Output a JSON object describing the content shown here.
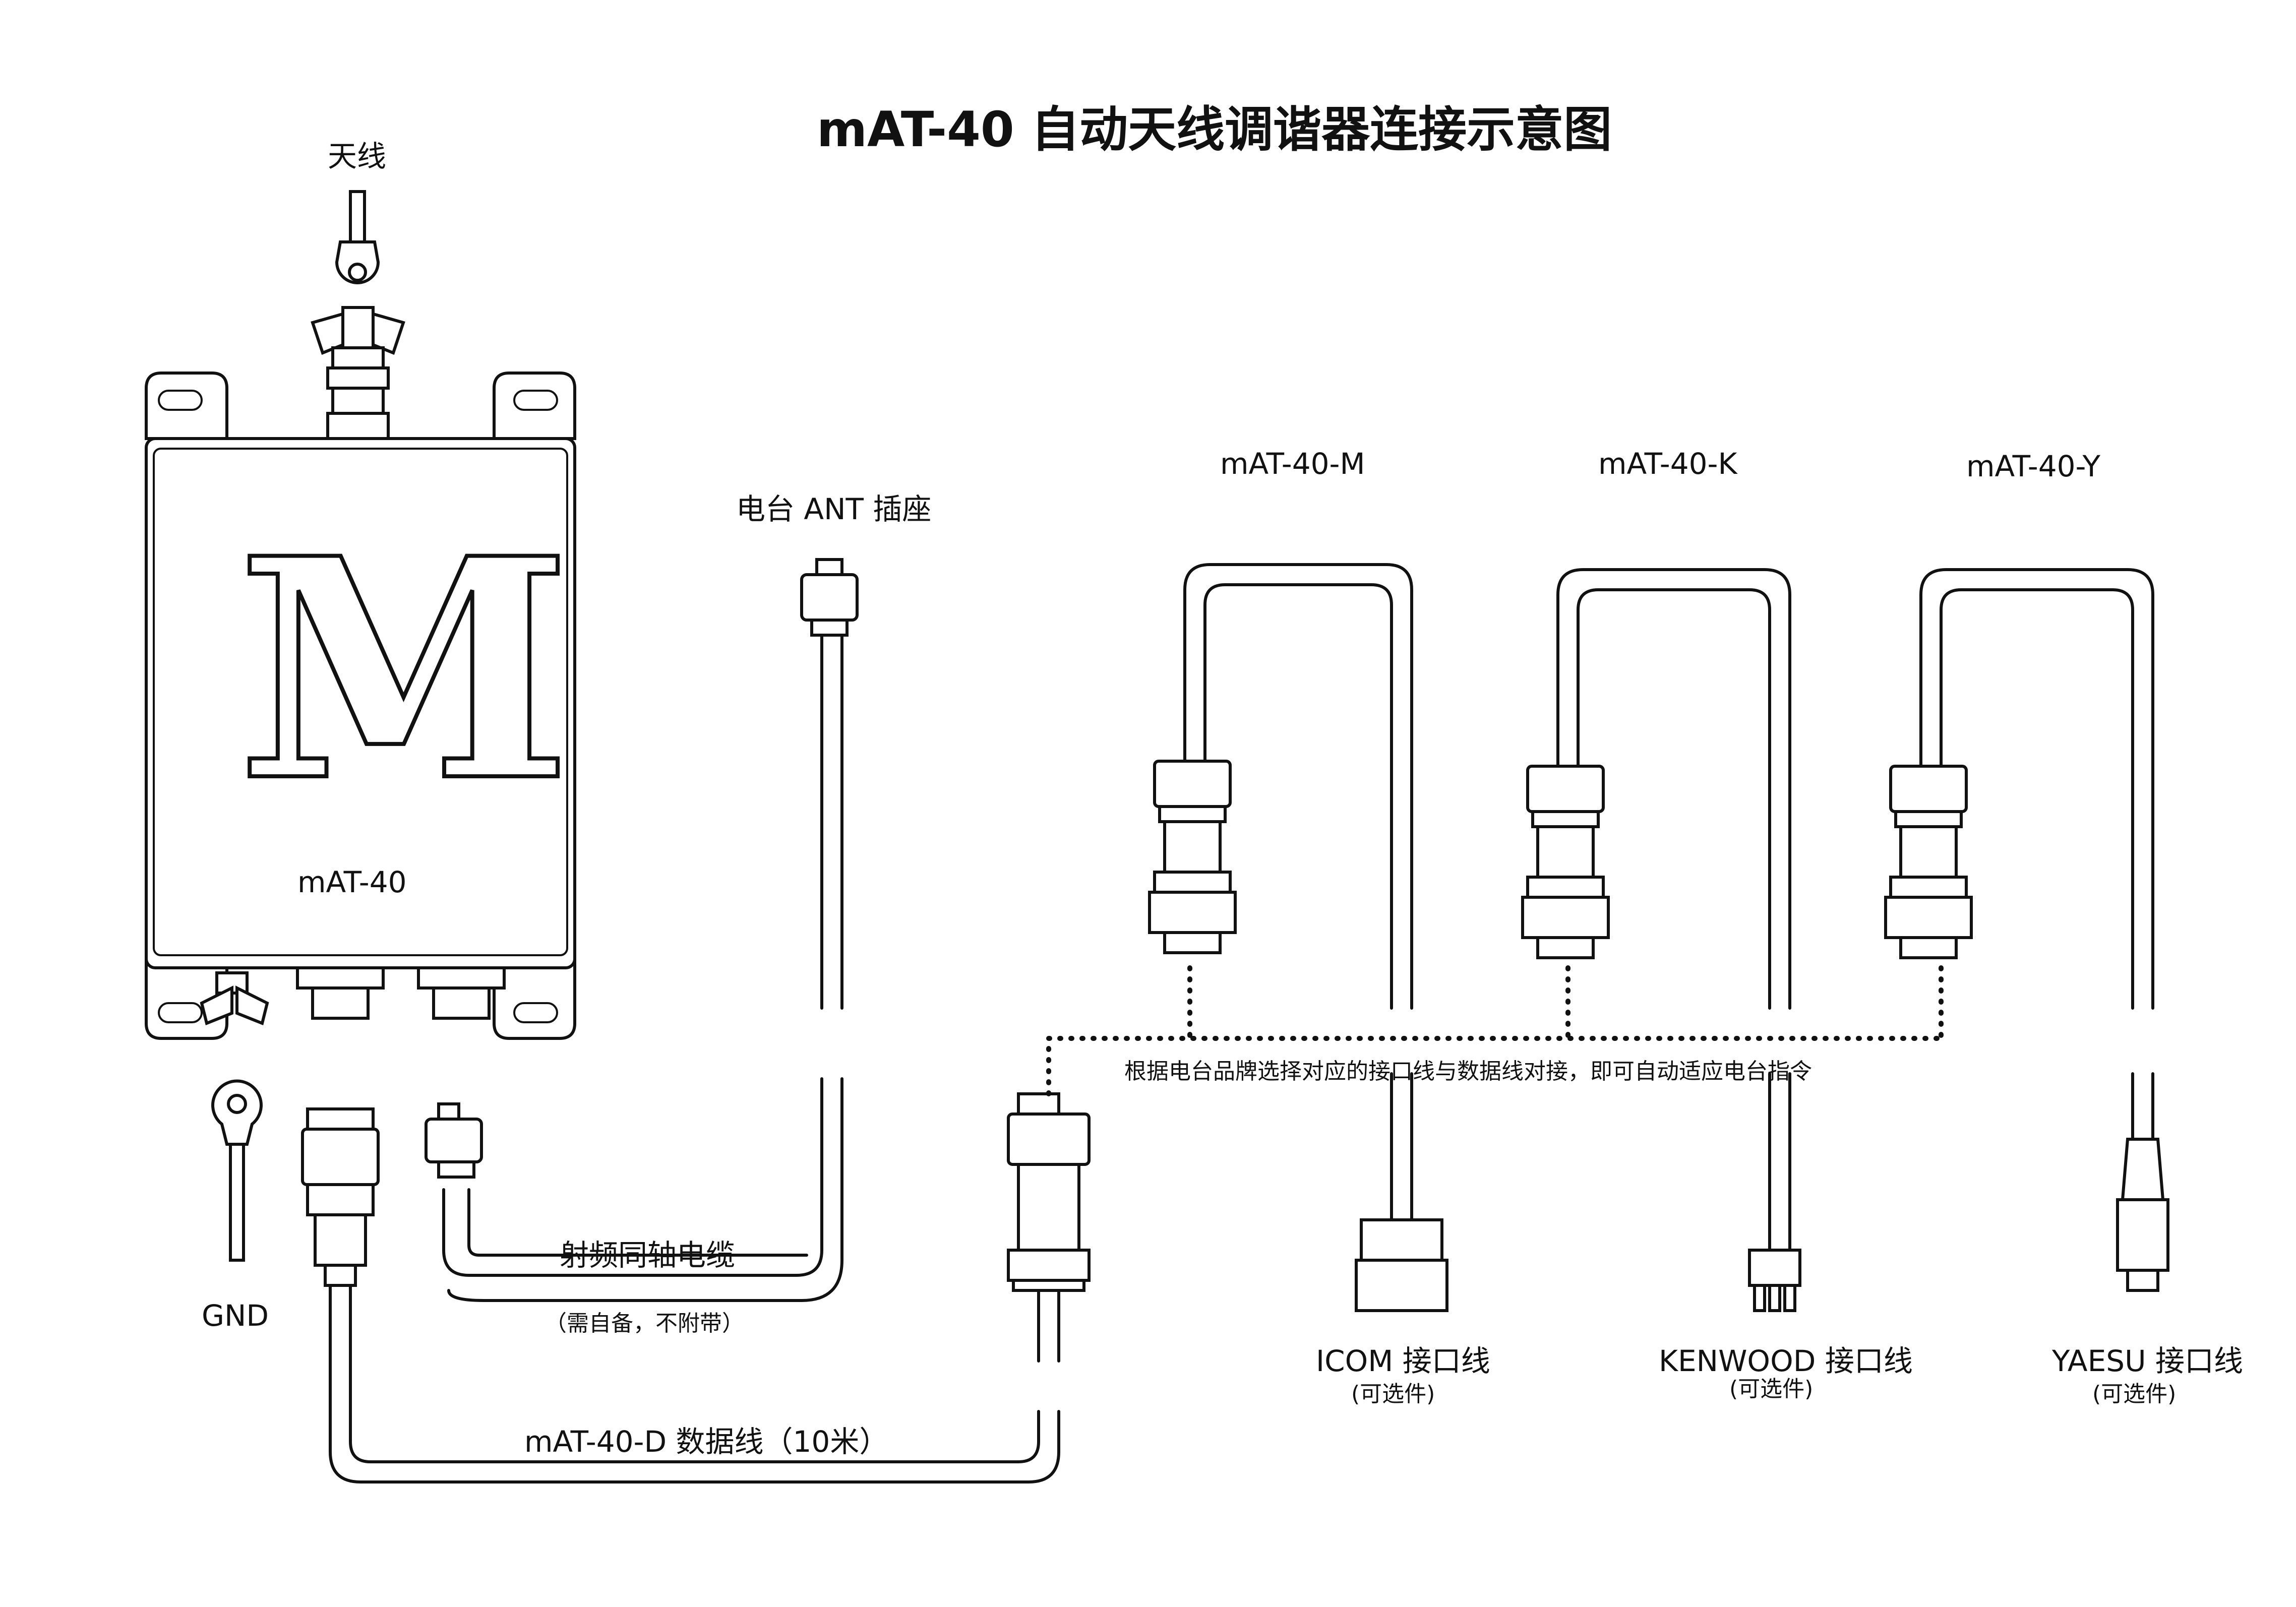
{
  "title": "mAT-40  自动天线调谐器连接示意图",
  "device": {
    "label": "mAT-40",
    "logo_letter": "M",
    "antenna_label": "天线",
    "gnd_label": "GND"
  },
  "radio_ant": {
    "label": "电台 ANT 插座"
  },
  "coax": {
    "label": "射频同轴电缆",
    "note": "（需自备，不附带）"
  },
  "data_cable": {
    "label": "mAT-40-D  数据线（10米）"
  },
  "adapters": [
    {
      "model": "mAT-40-M",
      "interface": "ICOM 接口线",
      "optional": "(可选件)"
    },
    {
      "model": "mAT-40-K",
      "interface": "KENWOOD 接口线",
      "optional": "(可选件)"
    },
    {
      "model": "mAT-40-Y",
      "interface": "YAESU 接口线",
      "optional": "(可选件)"
    }
  ],
  "instruction": "根据电台品牌选择对应的接口线与数据线对接，即可自动适应电台指令"
}
